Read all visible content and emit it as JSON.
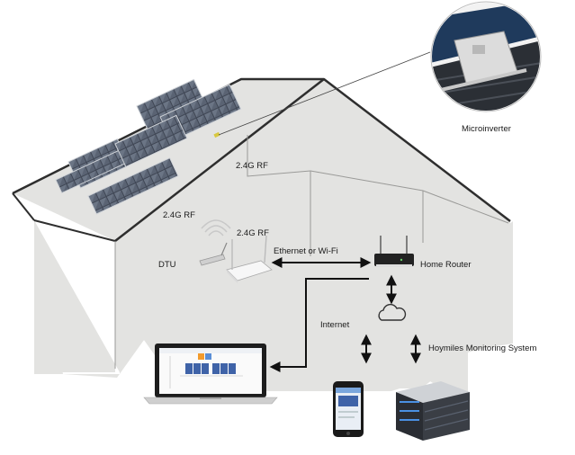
{
  "labels": {
    "microinverter": "Microinverter",
    "rf_top": "2.4G RF",
    "rf_left": "2.4G RF",
    "rf_dtu": "2.4G RF",
    "dtu": "DTU",
    "ethernet_wifi": "Ethernet or Wi-Fi",
    "home_router": "Home Router",
    "internet": "Internet",
    "monitoring_system": "Hoymiles Monitoring System"
  },
  "icons": [
    "solar-panel-icon",
    "microinverter-icon",
    "wifi-icon",
    "dtu-icon",
    "router-icon",
    "cloud-icon",
    "laptop-icon",
    "smartphone-icon",
    "server-icon"
  ],
  "colors": {
    "house_fill": "#e3e3e1",
    "roof_line": "#2e2e2e",
    "panel_dark": "#3f4654",
    "arrow": "#111111"
  }
}
